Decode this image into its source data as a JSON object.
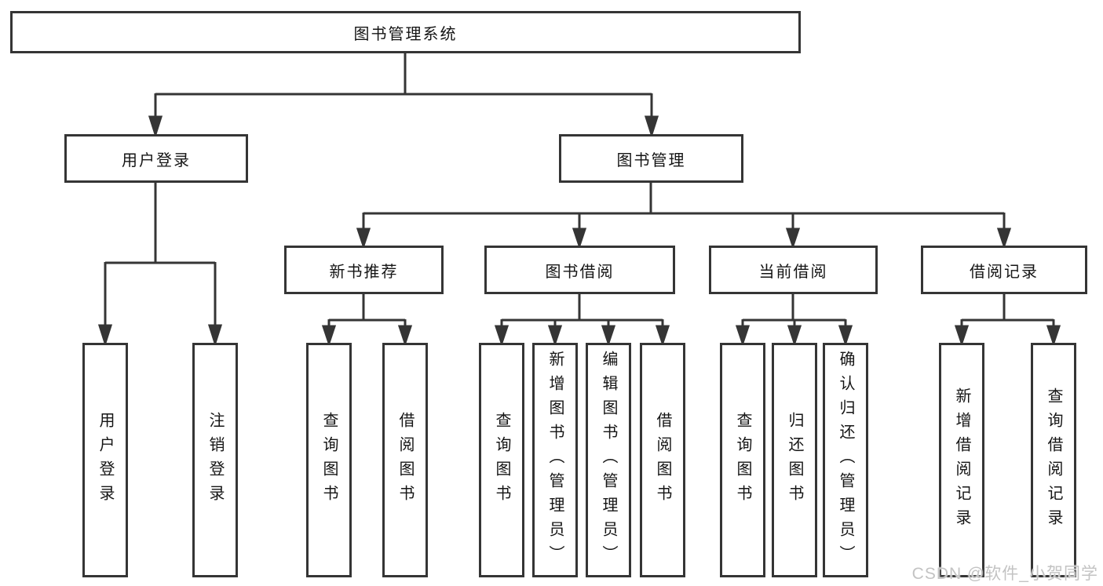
{
  "diagram": {
    "title": "图书管理系统",
    "type": "hierarchy-tree",
    "colors": {
      "line": "#353535",
      "text": "#151515",
      "background": "#ffffff",
      "watermark": "#c3c3c3"
    }
  },
  "nodes": {
    "root": "图书管理系统",
    "user_login": "用户登录",
    "book_management": "图书管理",
    "new_book_recommend": "新书推荐",
    "book_borrow": "图书借阅",
    "current_borrow": "当前借阅",
    "borrow_records": "借阅记录"
  },
  "leaves": [
    {
      "parent": "user_login",
      "label": "用户登录"
    },
    {
      "parent": "user_login",
      "label": "注销登录"
    },
    {
      "parent": "new_book_recommend",
      "label": "查询图书"
    },
    {
      "parent": "new_book_recommend",
      "label": "借阅图书"
    },
    {
      "parent": "book_borrow",
      "label": "查询图书"
    },
    {
      "parent": "book_borrow",
      "label": "新增图书（管理员）"
    },
    {
      "parent": "book_borrow",
      "label": "编辑图书（管理员）"
    },
    {
      "parent": "book_borrow",
      "label": "借阅图书"
    },
    {
      "parent": "current_borrow",
      "label": "查询图书"
    },
    {
      "parent": "current_borrow",
      "label": "归还图书"
    },
    {
      "parent": "current_borrow",
      "label": "确认归还（管理员）"
    },
    {
      "parent": "borrow_records",
      "label": "新增借阅记录"
    },
    {
      "parent": "borrow_records",
      "label": "查询借阅记录"
    }
  ],
  "watermark": "CSDN @软件_小贺同学"
}
